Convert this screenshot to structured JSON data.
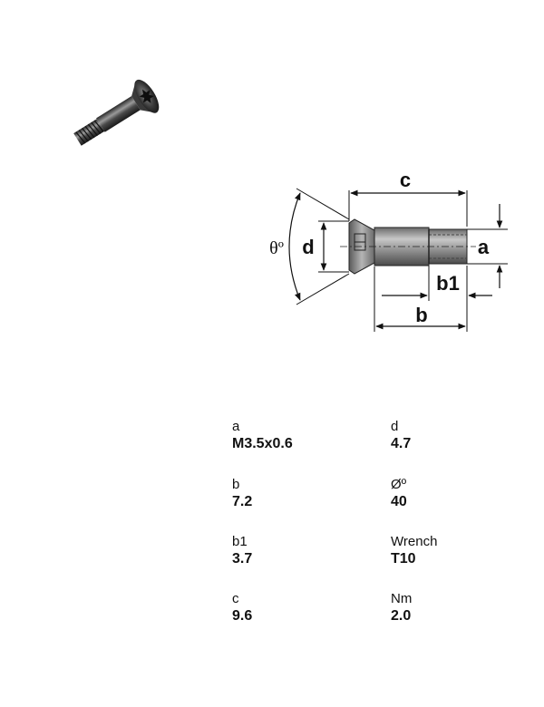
{
  "diagram": {
    "labels": {
      "c": "c",
      "a": "a",
      "d": "d",
      "theta": "θº",
      "b1": "b1",
      "b": "b"
    }
  },
  "specs": [
    {
      "label": "a",
      "value": "M3.5x0.6"
    },
    {
      "label": "d",
      "value": "4.7"
    },
    {
      "label": "b",
      "value": "7.2"
    },
    {
      "label": "Øº",
      "value": "40"
    },
    {
      "label": "b1",
      "value": "3.7"
    },
    {
      "label": "Wrench",
      "value": "T10"
    },
    {
      "label": "c",
      "value": "9.6"
    },
    {
      "label": "Nm",
      "value": "2.0"
    }
  ]
}
